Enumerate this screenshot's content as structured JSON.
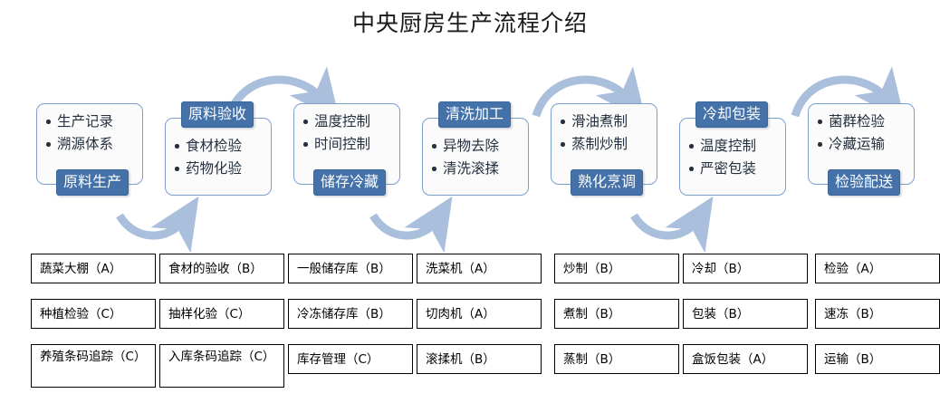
{
  "title": "中央厨房生产流程介绍",
  "colors": {
    "badge_blue": "#4472a8",
    "card_border_blue": "#7ba0cf",
    "arrow_blue": "#a9bfdc",
    "card_bg": "#fbfbfc",
    "card_text": "#25303f",
    "box_border": "#000000"
  },
  "stages": [
    {
      "badge": "原料生产",
      "badge_position": "bottom",
      "bullets": [
        "生产记录",
        "溯源体系"
      ]
    },
    {
      "badge": "原料验收",
      "badge_position": "top",
      "bullets": [
        "食材检验",
        "药物化验"
      ]
    },
    {
      "badge": "储存冷藏",
      "badge_position": "bottom",
      "bullets": [
        "温度控制",
        "时间控制"
      ]
    },
    {
      "badge": "清洗加工",
      "badge_position": "top",
      "bullets": [
        "异物去除",
        "清洗滚揉"
      ]
    },
    {
      "badge": "熟化烹调",
      "badge_position": "bottom",
      "bullets": [
        "滑油煮制",
        "蒸制炒制"
      ]
    },
    {
      "badge": "冷却包装",
      "badge_position": "top",
      "bullets": [
        "温度控制",
        "严密包装"
      ]
    },
    {
      "badge": "检验配送",
      "badge_position": "bottom",
      "bullets": [
        "菌群检验",
        "冷藏运输"
      ]
    }
  ],
  "arrows": [
    {
      "from": "原料生产",
      "to": "原料验收",
      "direction": "down-right",
      "curve": "under"
    },
    {
      "from": "原料验收",
      "to": "储存冷藏",
      "direction": "down-right",
      "curve": "over"
    },
    {
      "from": "储存冷藏",
      "to": "清洗加工",
      "direction": "up-right",
      "curve": "under"
    },
    {
      "from": "清洗加工",
      "to": "熟化烹调",
      "direction": "down-right",
      "curve": "over"
    },
    {
      "from": "熟化烹调",
      "to": "冷却包装",
      "direction": "up-right",
      "curve": "under"
    },
    {
      "from": "冷却包装",
      "to": "检验配送",
      "direction": "down-right",
      "curve": "over"
    }
  ],
  "item_columns": [
    {
      "stage": "原料生产",
      "items": [
        "蔬菜大棚（A）",
        "种植检验（C）",
        "养殖条码追踪（C）"
      ]
    },
    {
      "stage": "原料验收",
      "items": [
        "食材的验收（B）",
        "抽样化验（C）",
        "入库条码追踪（C）"
      ]
    },
    {
      "stage": "储存冷藏",
      "items": [
        "一般储存库（B）",
        "冷冻储存库（B）",
        "库存管理（C）"
      ]
    },
    {
      "stage": "清洗加工",
      "items": [
        "洗菜机（A）",
        "切肉机（A）",
        "滚揉机（B）"
      ]
    },
    {
      "stage": "熟化烹调",
      "items": [
        "炒制（B）",
        "煮制（B）",
        "蒸制（B）"
      ]
    },
    {
      "stage": "冷却包装",
      "items": [
        "冷却（B）",
        "包装（B）",
        "盒饭包装（A）"
      ]
    },
    {
      "stage": "检验配送",
      "items": [
        "检验（A）",
        "速冻（B）",
        "运输（B）"
      ]
    }
  ]
}
